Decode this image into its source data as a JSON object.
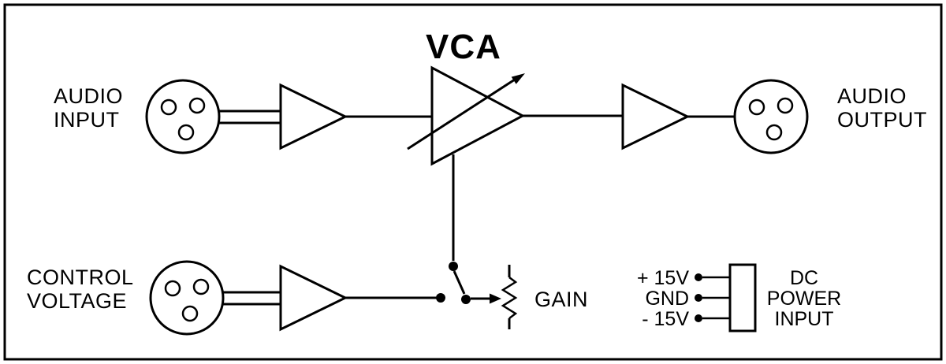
{
  "title": "VCA",
  "labels": {
    "audio_input": {
      "line1": "AUDIO",
      "line2": "INPUT"
    },
    "audio_output": {
      "line1": "AUDIO",
      "line2": "OUTPUT"
    },
    "control_voltage": {
      "line1": "CONTROL",
      "line2": "VOLTAGE"
    },
    "gain": "GAIN"
  },
  "power": {
    "plus_rail": "+ 15V",
    "ground": "GND",
    "minus_rail": "- 15V",
    "connector_label": {
      "line1": "DC",
      "line2": "POWER",
      "line3": "INPUT"
    }
  },
  "colors": {
    "line": "#000000",
    "background": "#ffffff"
  }
}
